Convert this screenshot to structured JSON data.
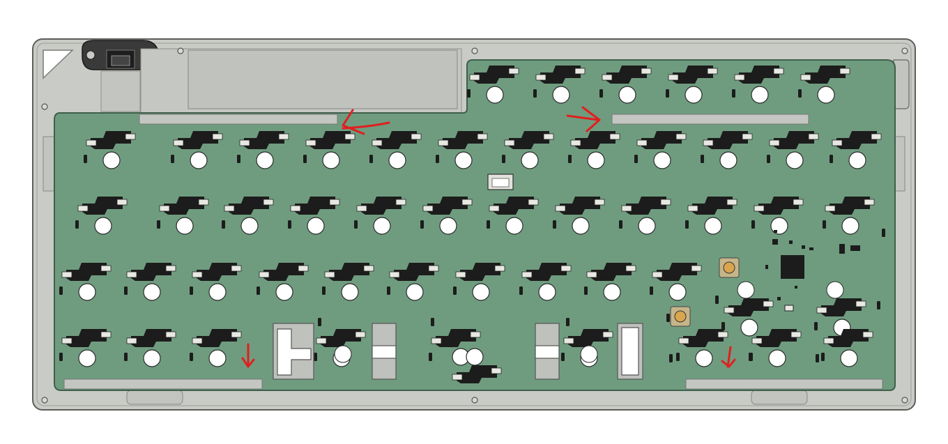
{
  "colors": {
    "background": "#ffffff",
    "case": "#c9cbc6",
    "case_edge": "#6f716d",
    "pcb": "#6f9c7f",
    "pcb_edge": "#3f5f4b",
    "socket": "#1c1c1c",
    "pad": "#e8e8e3",
    "hole": "#ffffff",
    "annotation_arrow": "#e01f1f",
    "button_body": "#c7b58a",
    "button_center": "#d9a54e"
  },
  "annotations": [
    {
      "direction": "left"
    },
    {
      "direction": "right"
    },
    {
      "direction": "down"
    },
    {
      "direction": "down"
    }
  ],
  "rows": [
    {
      "name": "number-row",
      "count": 6
    },
    {
      "name": "top-row",
      "count": 12
    },
    {
      "name": "home-row",
      "count": 12
    },
    {
      "name": "bottom-row",
      "count": 12
    },
    {
      "name": "modifier-row",
      "count": 8
    }
  ],
  "tactile_buttons": 2,
  "icons": [
    "usb-c-connector-icon",
    "chip-icon",
    "reset-button-icon",
    "boot-button-icon"
  ]
}
